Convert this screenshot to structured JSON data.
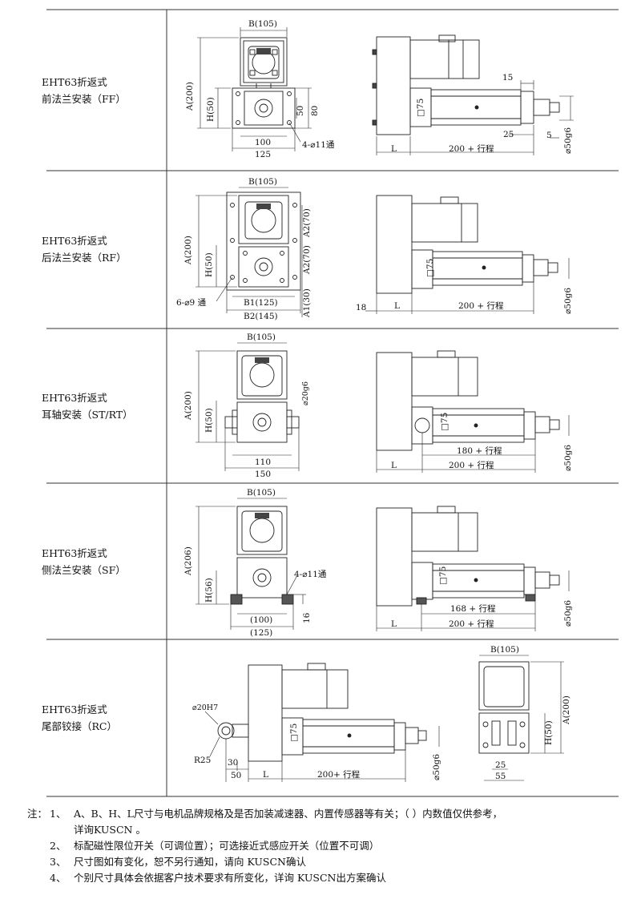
{
  "rows": [
    {
      "id": "ff",
      "title": "EHT63折返式",
      "subtitle": "前法兰安装（FF）",
      "front_dims": [
        "B(105)",
        "A(200)",
        "H(50)",
        "50",
        "80",
        "100",
        "125",
        "4-⌀11通"
      ],
      "side_dims": [
        "15",
        "□75",
        "25",
        "5",
        "L",
        "200 + 行程",
        "⌀50g6"
      ]
    },
    {
      "id": "rf",
      "title": "EHT63折返式",
      "subtitle": "后法兰安装（RF）",
      "front_dims": [
        "B(105)",
        "A(200)",
        "H(50)",
        "A2(70)",
        "A2(70)",
        "A1(30)",
        "B1(125)",
        "B2(145)",
        "6-⌀9 通"
      ],
      "side_dims": [
        "□75",
        "18",
        "L",
        "200 + 行程",
        "⌀50g6"
      ]
    },
    {
      "id": "st",
      "title": "EHT63折返式",
      "subtitle": "耳轴安装（ST/RT）",
      "front_dims": [
        "B(105)",
        "A(200)",
        "H(50)",
        "⌀20g6",
        "110",
        "150"
      ],
      "side_dims": [
        "□75",
        "180 + 行程",
        "L",
        "200 + 行程",
        "⌀50g6"
      ]
    },
    {
      "id": "sf",
      "title": "EHT63折返式",
      "subtitle": "侧法兰安装（SF）",
      "front_dims": [
        "B(105)",
        "A(206)",
        "H(56)",
        "4-⌀11通",
        "(100)",
        "(125)",
        "16"
      ],
      "side_dims": [
        "□75",
        "168 + 行程",
        "L",
        "200 + 行程",
        "⌀50g6"
      ]
    },
    {
      "id": "rc",
      "title": "EHT63折返式",
      "subtitle": "尾部铰接（RC）",
      "side_dims": [
        "⌀20H7",
        "R25",
        "30",
        "50",
        "L",
        "□75",
        "200+ 行程",
        "⌀50g6"
      ],
      "front_dims": [
        "B(105)",
        "H(50)",
        "A(200)",
        "25",
        "55"
      ]
    }
  ],
  "notes": {
    "prefix": "注：",
    "items": [
      {
        "num": "1、",
        "text": "A、B、H、L尺寸与电机品牌规格及是否加装减速器、内置传感器等有关；（ ）内数值仅供参考，",
        "cont": "详询KUSCN 。"
      },
      {
        "num": "2、",
        "text": "标配磁性限位开关（可调位置）；可选接近式感应开关（位置不可调）"
      },
      {
        "num": "3、",
        "text": "尺寸图如有变化，恕不另行通知，请向 KUSCN确认"
      },
      {
        "num": "4、",
        "text": "个别尺寸具体会依据客户技术要求有所变化，详询 KUSCN出方案确认"
      }
    ]
  }
}
